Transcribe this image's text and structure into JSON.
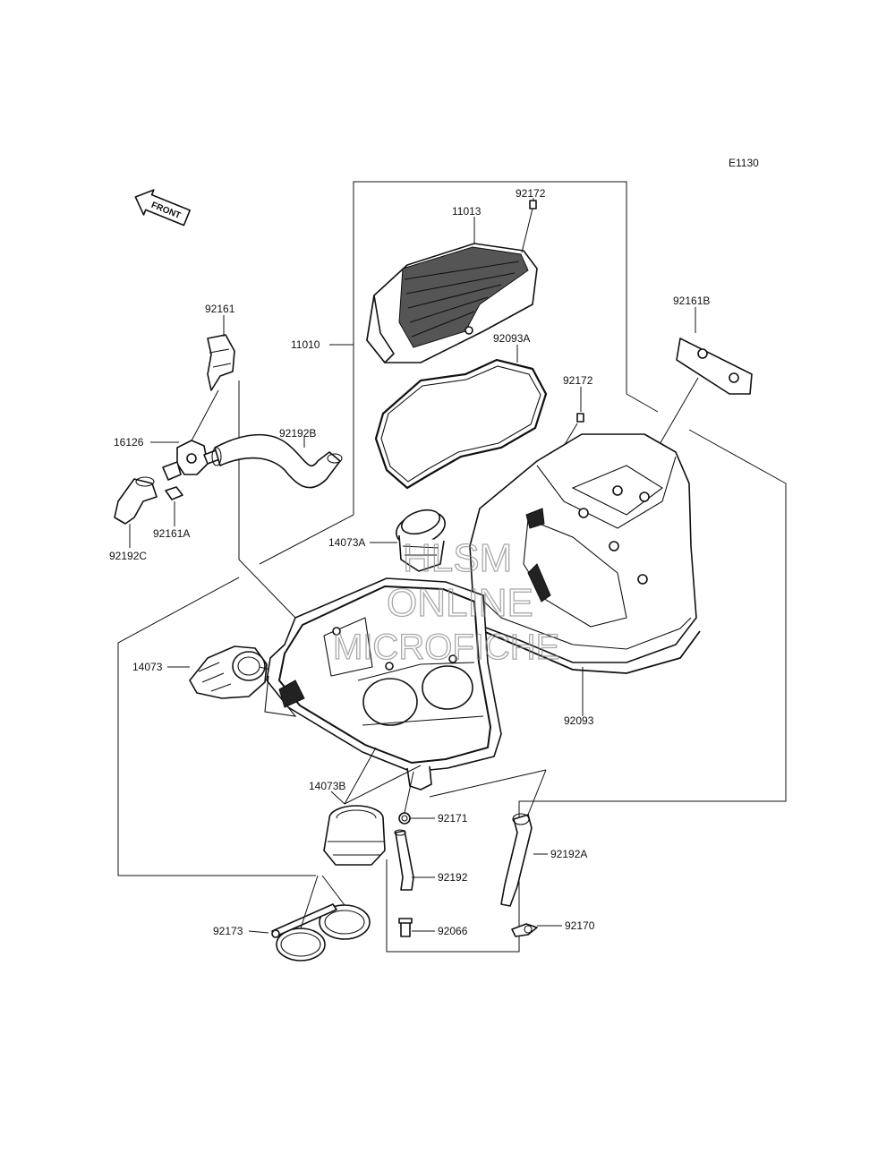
{
  "diagram": {
    "ref_code": "E1130",
    "front_arrow": "FRONT",
    "watermark": [
      "HLSM",
      "ONLINE",
      "MICROFICHE"
    ],
    "parts": {
      "p11013": "11013",
      "p92172_top": "92172",
      "p92161B": "92161B",
      "p92161": "92161",
      "p11010": "11010",
      "p92093A": "92093A",
      "p92172_mid": "92172",
      "p16126": "16126",
      "p92192B": "92192B",
      "p92161A": "92161A",
      "p92192C": "92192C",
      "p14073A": "14073A",
      "p14073": "14073",
      "p92093": "92093",
      "p14073B": "14073B",
      "p92171": "92171",
      "p92192A": "92192A",
      "p92192": "92192",
      "p92173": "92173",
      "p92066": "92066",
      "p92170": "92170"
    }
  }
}
